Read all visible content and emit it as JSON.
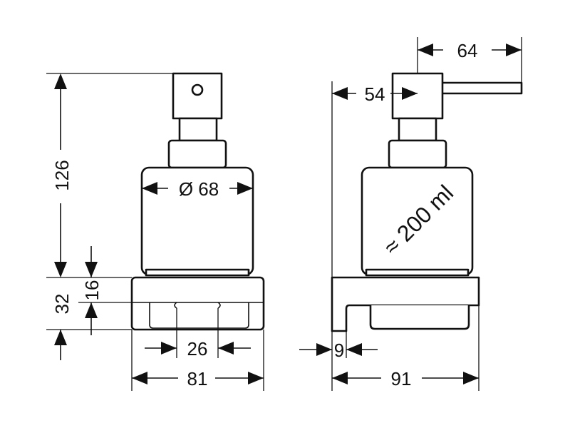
{
  "dimensions": {
    "height_total": "126",
    "height_base": "32",
    "height_bracket": "16",
    "diameter": "Ø 68",
    "width_cup": "26",
    "width_base": "81",
    "pump_offset": "54",
    "spout_reach": "64",
    "wall_thickness": "9",
    "depth_total": "91"
  },
  "capacity_label": "≈ 200 ml",
  "colors": {
    "line": "#111111",
    "background": "#ffffff"
  }
}
